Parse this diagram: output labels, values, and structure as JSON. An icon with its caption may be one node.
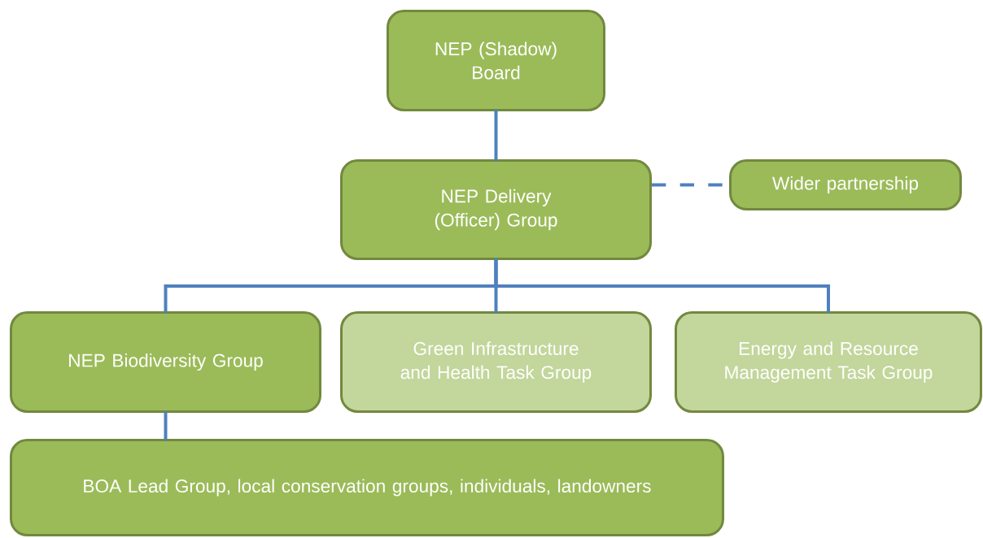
{
  "diagram": {
    "nodes": [
      {
        "text": [
          "NEP (Shadow) Board"
        ]
      },
      {
        "text": [
          "NEP Delivery (Officer) Group"
        ]
      },
      {
        "text": [
          "Wider partnership"
        ]
      },
      {
        "text": [
          "NEP Biodiversity Group"
        ]
      },
      {
        "text": [
          "Green Infrastructure and Health Task Group"
        ]
      },
      {
        "text": [
          "Energy and Resource Management Task Group"
        ]
      },
      {
        "text": [
          "BOA Lead Group, local conservation groups, individuals, landowners"
        ]
      }
    ],
    "edges": [
      {
        "from": 0,
        "to": 1,
        "arrow": "none"
      },
      {
        "from": 1,
        "to": 2,
        "arrow": "none",
        "style": "dashed"
      },
      {
        "from": 1,
        "to": 3,
        "arrow": "none"
      },
      {
        "from": 1,
        "to": 4,
        "arrow": "none"
      },
      {
        "from": 1,
        "to": 5,
        "arrow": "none"
      },
      {
        "from": 3,
        "to": 6,
        "arrow": "none"
      }
    ]
  }
}
